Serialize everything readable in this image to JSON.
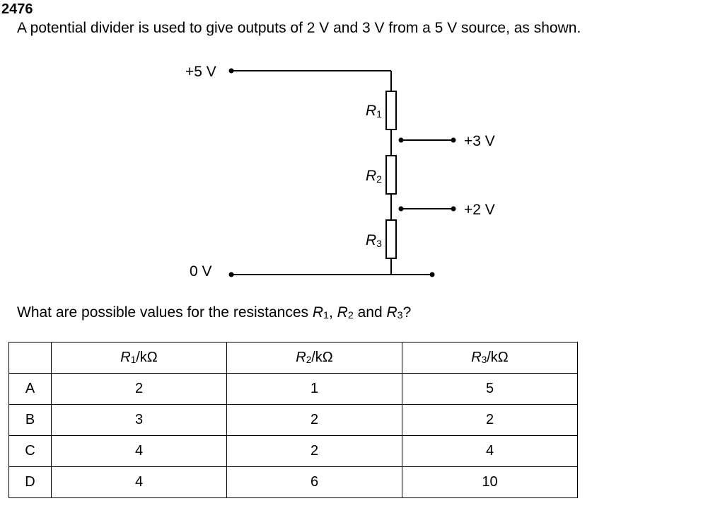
{
  "question_number": "2476",
  "stem": "A potential divider is used to give outputs of 2 V and 3 V from a 5 V source, as shown.",
  "circuit": {
    "supply_label": "+5 V",
    "ground_label": "0 V",
    "resistors": [
      {
        "symbol": "R",
        "sub": "1"
      },
      {
        "symbol": "R",
        "sub": "2"
      },
      {
        "symbol": "R",
        "sub": "3"
      }
    ],
    "outputs": [
      {
        "label": "+3 V"
      },
      {
        "label": "+2 V"
      }
    ]
  },
  "question": {
    "prefix": "What are possible values for the resistances ",
    "r1": "R",
    "r1_sub": "1",
    "sep1": ", ",
    "r2": "R",
    "r2_sub": "2",
    "sep2": " and ",
    "r3": "R",
    "r3_sub": "3",
    "suffix": "?"
  },
  "table": {
    "headers": [
      {
        "symbol": "R",
        "sub": "1",
        "unit": "/kΩ"
      },
      {
        "symbol": "R",
        "sub": "2",
        "unit": "/kΩ"
      },
      {
        "symbol": "R",
        "sub": "3",
        "unit": "/kΩ"
      }
    ],
    "rows": [
      {
        "option": "A",
        "values": [
          "2",
          "1",
          "5"
        ]
      },
      {
        "option": "B",
        "values": [
          "3",
          "2",
          "2"
        ]
      },
      {
        "option": "C",
        "values": [
          "4",
          "2",
          "4"
        ]
      },
      {
        "option": "D",
        "values": [
          "4",
          "6",
          "10"
        ]
      }
    ]
  }
}
